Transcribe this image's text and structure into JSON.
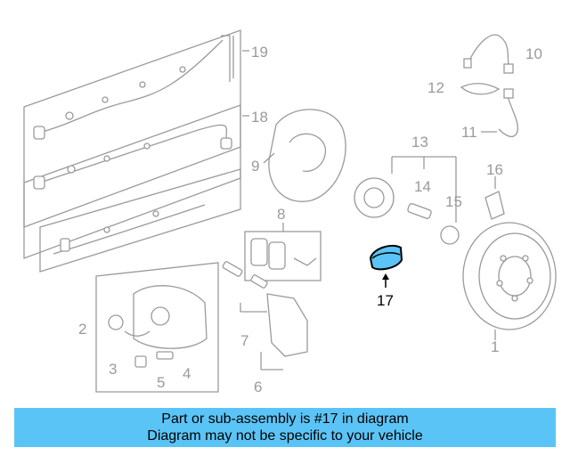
{
  "diagram": {
    "callouts": [
      {
        "id": "1",
        "label": "1"
      },
      {
        "id": "2",
        "label": "2"
      },
      {
        "id": "3",
        "label": "3"
      },
      {
        "id": "4",
        "label": "4"
      },
      {
        "id": "5",
        "label": "5"
      },
      {
        "id": "6",
        "label": "6"
      },
      {
        "id": "7",
        "label": "7"
      },
      {
        "id": "8",
        "label": "8"
      },
      {
        "id": "9",
        "label": "9"
      },
      {
        "id": "10",
        "label": "10"
      },
      {
        "id": "11",
        "label": "11"
      },
      {
        "id": "12",
        "label": "12"
      },
      {
        "id": "13",
        "label": "13"
      },
      {
        "id": "14",
        "label": "14"
      },
      {
        "id": "15",
        "label": "15"
      },
      {
        "id": "16",
        "label": "16"
      },
      {
        "id": "17",
        "label": "17"
      },
      {
        "id": "18",
        "label": "18"
      },
      {
        "id": "19",
        "label": "19"
      }
    ],
    "highlighted_part": "17",
    "highlight_color": "#5bc4f6",
    "line_color": "#9a9a9a"
  },
  "banner": {
    "line1": "Part or sub-assembly is #17 in diagram",
    "line2": "Diagram may not be specific to your vehicle",
    "background": "#5bc4f6"
  }
}
